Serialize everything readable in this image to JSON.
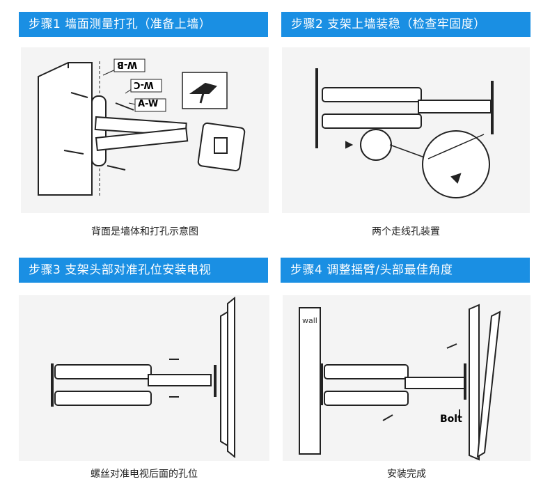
{
  "steps": [
    {
      "title": "步骤1  墙面测量打孔（准备上墙）",
      "caption": "背面是墙体和打孔示意图"
    },
    {
      "title": "步骤2  支架上墙装稳（检查牢固度）",
      "caption": "两个走线孔装置"
    },
    {
      "title": "步骤3  支架头部对准孔位安装电视",
      "caption": "螺丝对准电视后面的孔位"
    },
    {
      "title": "步骤4  调整摇臂/头部最佳角度",
      "caption": "安装完成"
    }
  ],
  "labels": {
    "w_b": "W-B",
    "w_c": "W-C",
    "a_w": "A-W",
    "wall": "wall",
    "bolt": "Bolt"
  }
}
